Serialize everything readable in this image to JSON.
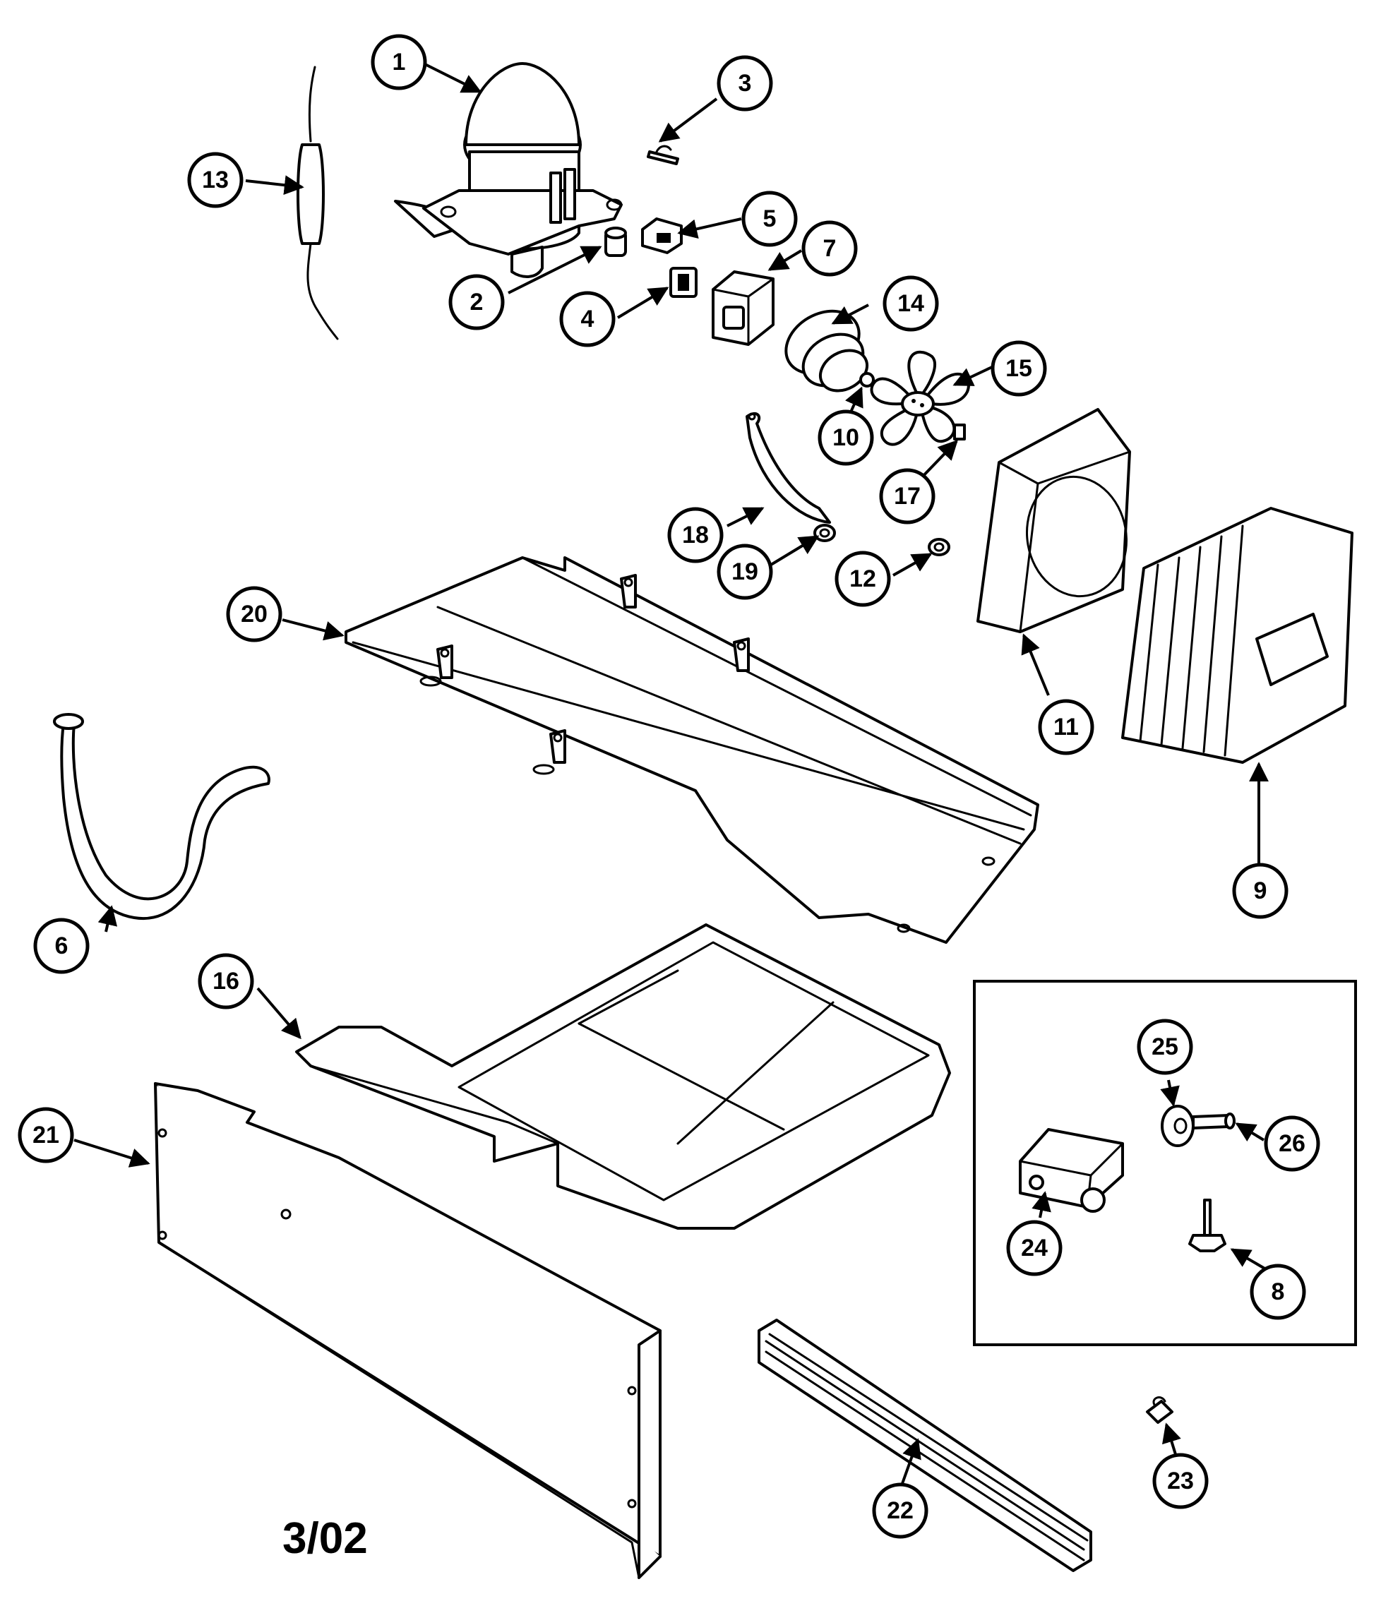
{
  "diagram": {
    "date_code": "3/02",
    "callouts": [
      "1",
      "2",
      "3",
      "4",
      "5",
      "6",
      "7",
      "8",
      "9",
      "10",
      "11",
      "12",
      "13",
      "14",
      "15",
      "16",
      "17",
      "18",
      "19",
      "20",
      "21",
      "22",
      "23",
      "24",
      "25",
      "26"
    ]
  }
}
